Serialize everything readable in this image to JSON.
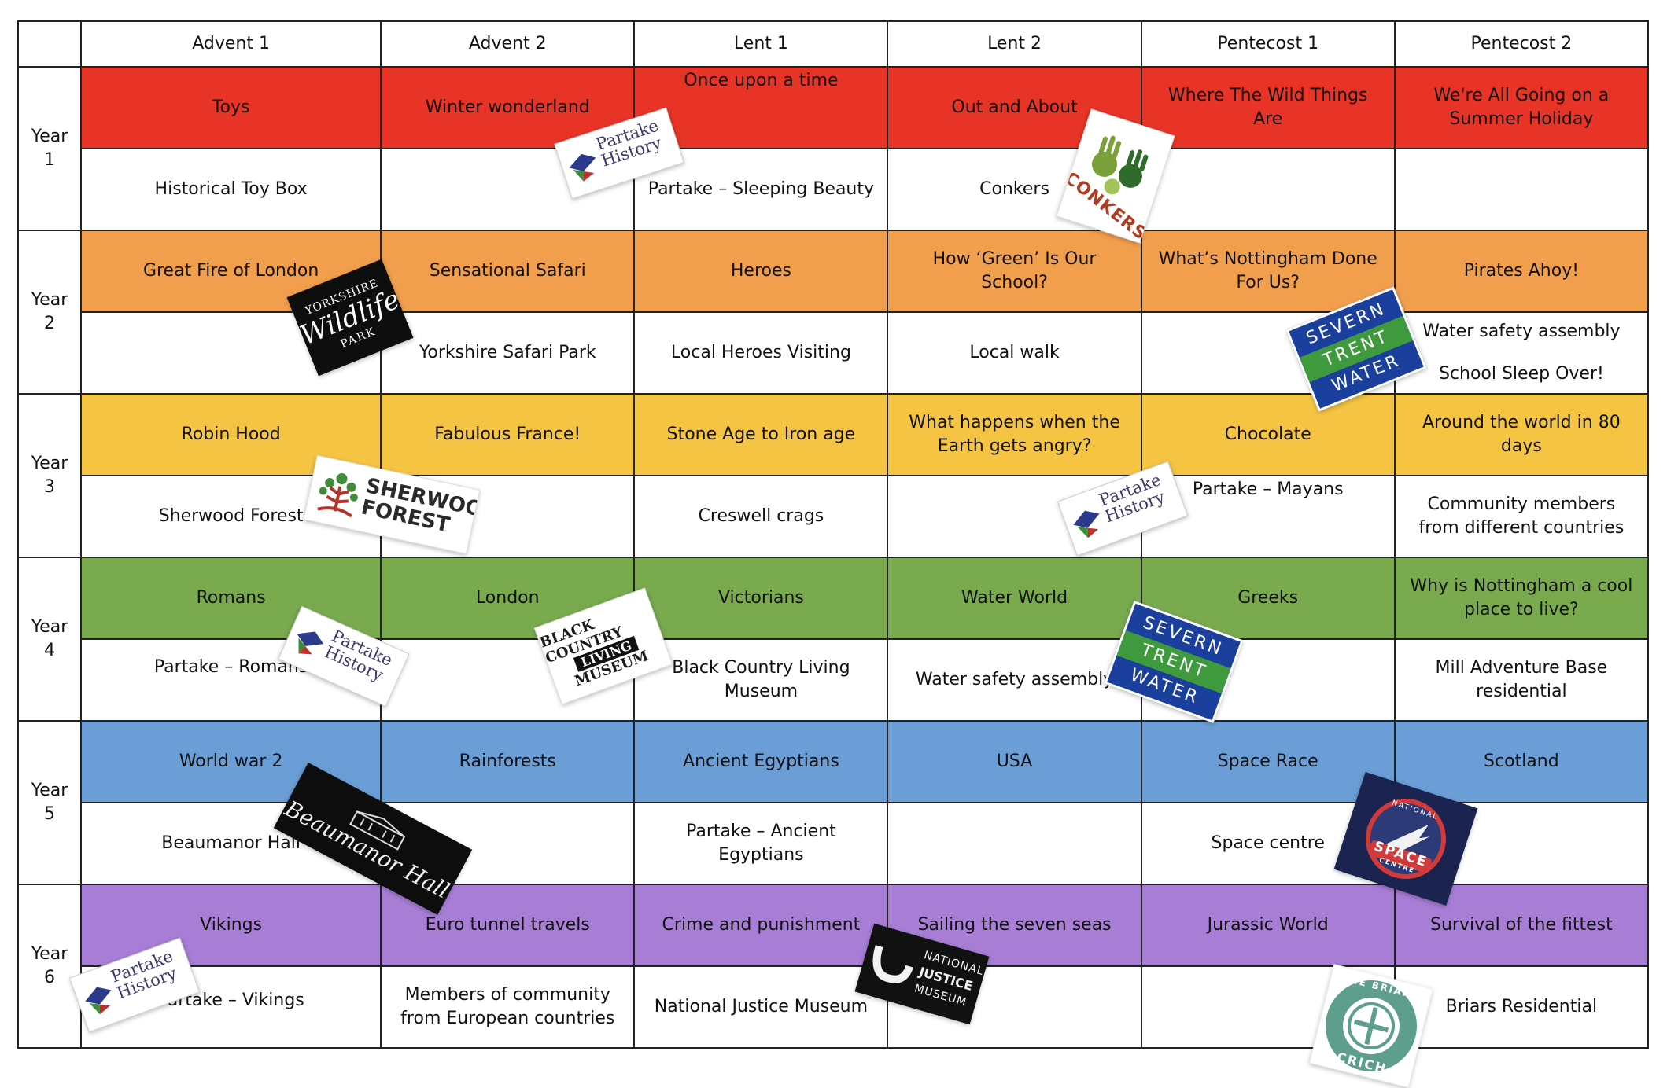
{
  "columns": [
    "Advent 1",
    "Advent 2",
    "Lent 1",
    "Lent 2",
    "Pentecost 1",
    "Pentecost 2"
  ],
  "colors": {
    "year1": "#e73426",
    "year2": "#f19f4d",
    "year3": "#f6c443",
    "year4": "#79aa4e",
    "year5": "#6b9ed6",
    "year6": "#a77dd6"
  },
  "years": [
    {
      "label": "Year 1",
      "topics": [
        "Toys",
        "Winter wonderland",
        "Once upon a time",
        "Out and About",
        "Where The Wild Things Are",
        "We're All Going on a Summer Holiday"
      ],
      "visits": [
        "Historical Toy Box",
        "",
        "Partake – Sleeping Beauty",
        "Conkers",
        "",
        ""
      ]
    },
    {
      "label": "Year 2",
      "topics": [
        "Great Fire of London",
        "Sensational Safari",
        "Heroes",
        "How ‘Green’ Is Our School?",
        "What’s Nottingham Done For Us?",
        "Pirates Ahoy!"
      ],
      "visits": [
        "",
        "Yorkshire Safari Park",
        "Local Heroes Visiting",
        "Local walk",
        "",
        ""
      ],
      "visit_extra": [
        "Water safety assembly",
        "School Sleep Over!"
      ]
    },
    {
      "label": "Year 3",
      "topics": [
        "Robin Hood",
        "Fabulous France!",
        "Stone Age to Iron age",
        "What happens when the Earth gets angry?",
        "Chocolate",
        "Around the world in 80 days"
      ],
      "visits": [
        "Sherwood Forest",
        "",
        "Creswell crags",
        "",
        "Partake – Mayans",
        "Community members from different countries"
      ]
    },
    {
      "label": "Year 4",
      "topics": [
        "Romans",
        "London",
        "Victorians",
        "Water World",
        "Greeks",
        "Why is Nottingham a cool place to live?"
      ],
      "visits": [
        "Partake – Romans",
        "",
        "Black Country Living Museum",
        "Water safety assembly",
        "",
        "Mill Adventure Base residential"
      ]
    },
    {
      "label": "Year 5",
      "topics": [
        "World war 2",
        "Rainforests",
        "Ancient Egyptians",
        "USA",
        "Space Race",
        "Scotland"
      ],
      "visits": [
        "Beaumanor Hall",
        "",
        "Partake – Ancient Egyptians",
        "",
        "Space centre",
        ""
      ]
    },
    {
      "label": "Year 6",
      "topics": [
        "Vikings",
        "Euro tunnel travels",
        "Crime and punishment",
        "Sailing the seven seas",
        "Jurassic World",
        "Survival of the fittest"
      ],
      "visits": [
        "Partake – Vikings",
        "Members of community from European countries",
        "National Justice Museum",
        "",
        "",
        "Briars Residential"
      ]
    }
  ],
  "logos": {
    "partake": [
      "Partake",
      "History"
    ],
    "yorkshire_wildlife": [
      "YORKSHIRE",
      "Wildlife",
      "PARK"
    ],
    "sherwood": [
      "SHERWOOD",
      "FOREST"
    ],
    "black_country": [
      "BLACK COUNTRY",
      "LIVING",
      "MUSEUM"
    ],
    "severn_trent": [
      "SEVERN",
      "TRENT",
      "WATER"
    ],
    "conkers": "CONKERS",
    "beaumanor": "Beaumanor Hall",
    "space_centre": [
      "NATIONAL",
      "SPACE",
      "CENTRE"
    ],
    "justice": [
      "NATIONAL",
      "JUSTICE",
      "MUSEUM"
    ],
    "briars": [
      "THE BRIARS",
      "CRICH"
    ]
  }
}
